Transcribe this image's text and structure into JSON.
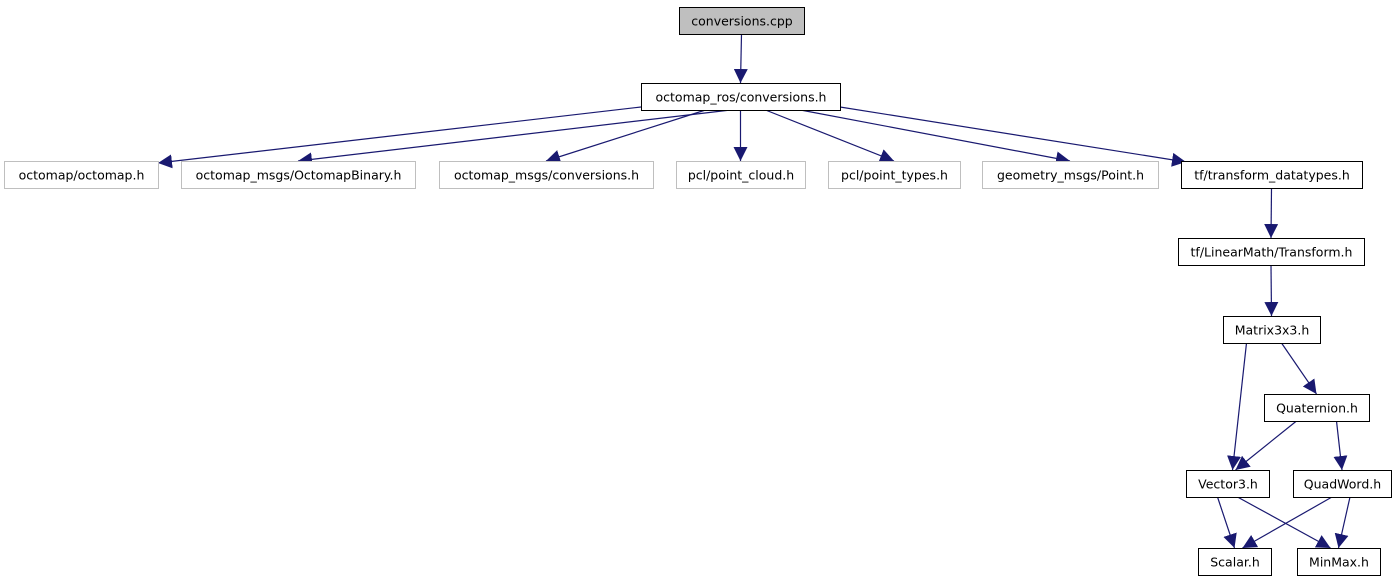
{
  "nodes": [
    {
      "id": "conversions_cpp",
      "label": "conversions.cpp",
      "style": "root"
    },
    {
      "id": "octomap_ros_conv",
      "label": "octomap_ros/conversions.h",
      "style": "normal"
    },
    {
      "id": "octomap",
      "label": "octomap/octomap.h",
      "style": "external"
    },
    {
      "id": "octomapbinary",
      "label": "octomap_msgs/OctomapBinary.h",
      "style": "external"
    },
    {
      "id": "msgs_conv",
      "label": "octomap_msgs/conversions.h",
      "style": "external"
    },
    {
      "id": "point_cloud",
      "label": "pcl/point_cloud.h",
      "style": "external"
    },
    {
      "id": "point_types",
      "label": "pcl/point_types.h",
      "style": "external"
    },
    {
      "id": "geom_point",
      "label": "geometry_msgs/Point.h",
      "style": "external"
    },
    {
      "id": "tf_dt",
      "label": "tf/transform_datatypes.h",
      "style": "normal"
    },
    {
      "id": "transform",
      "label": "tf/LinearMath/Transform.h",
      "style": "normal"
    },
    {
      "id": "matrix",
      "label": "Matrix3x3.h",
      "style": "normal"
    },
    {
      "id": "quat",
      "label": "Quaternion.h",
      "style": "normal"
    },
    {
      "id": "vector3",
      "label": "Vector3.h",
      "style": "normal"
    },
    {
      "id": "quadword",
      "label": "QuadWord.h",
      "style": "normal"
    },
    {
      "id": "scalar",
      "label": "Scalar.h",
      "style": "normal"
    },
    {
      "id": "minmax",
      "label": "MinMax.h",
      "style": "normal"
    }
  ],
  "edges": [
    [
      "conversions_cpp",
      "octomap_ros_conv"
    ],
    [
      "octomap_ros_conv",
      "octomap"
    ],
    [
      "octomap_ros_conv",
      "octomapbinary"
    ],
    [
      "octomap_ros_conv",
      "msgs_conv"
    ],
    [
      "octomap_ros_conv",
      "point_cloud"
    ],
    [
      "octomap_ros_conv",
      "point_types"
    ],
    [
      "octomap_ros_conv",
      "geom_point"
    ],
    [
      "octomap_ros_conv",
      "tf_dt"
    ],
    [
      "tf_dt",
      "transform"
    ],
    [
      "transform",
      "matrix"
    ],
    [
      "matrix",
      "vector3"
    ],
    [
      "matrix",
      "quat"
    ],
    [
      "quat",
      "vector3"
    ],
    [
      "quat",
      "quadword"
    ],
    [
      "vector3",
      "scalar"
    ],
    [
      "vector3",
      "minmax"
    ],
    [
      "quadword",
      "scalar"
    ],
    [
      "quadword",
      "minmax"
    ]
  ],
  "colors": {
    "edge": "#191970",
    "root_fill": "#bfbfbf",
    "node_border": "#000000",
    "external_border": "#bfbfbf",
    "text": "#000000"
  }
}
